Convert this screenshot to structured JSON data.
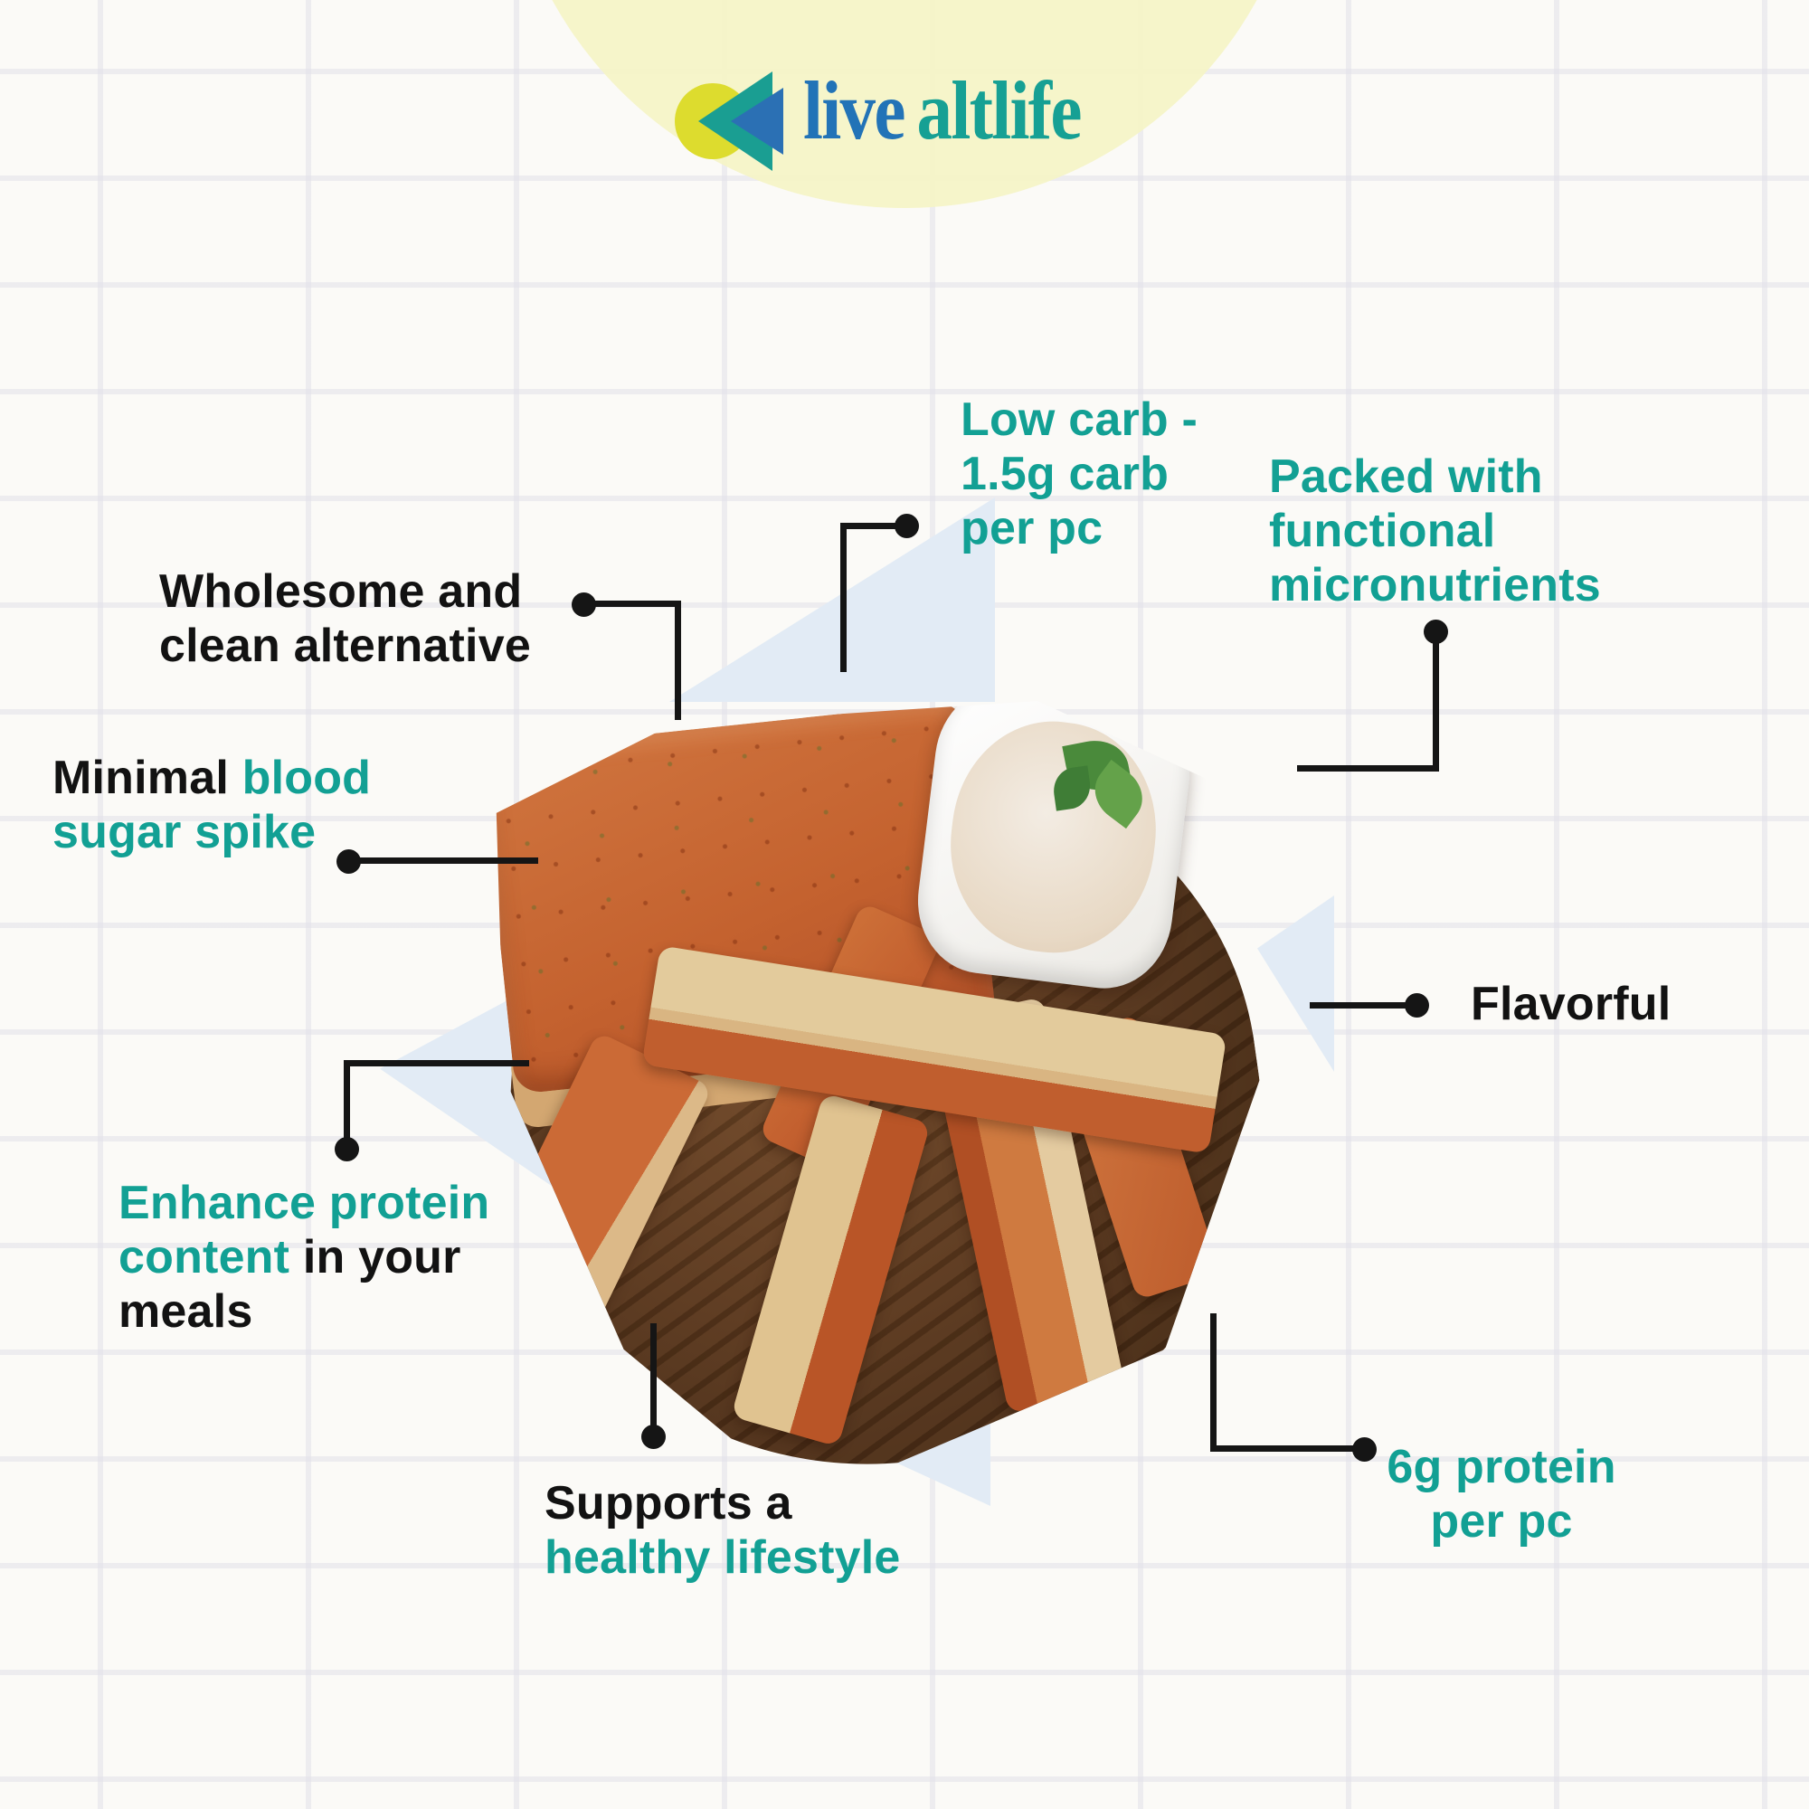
{
  "brand": {
    "name_part1": "live",
    "name_part2": "altlife",
    "icon": "rewind-icon"
  },
  "colors": {
    "teal_accent": "#12a094",
    "text_black": "#121212",
    "connector_black": "#151515",
    "logo_blue": "#2273b7",
    "logo_teal": "#16a094",
    "logo_yellow": "#dddc2e",
    "header_circle_yellow": "#f5f4c6",
    "triangle_blue": "#e2ebf5",
    "background": "#fbfaf7"
  },
  "callouts": {
    "low_carb": {
      "l1": "Low carb -",
      "l2": "1.5g carb",
      "l3": "per pc"
    },
    "packed": {
      "l1": "Packed with",
      "l2": "functional",
      "l3": "micronutrients"
    },
    "wholesome": {
      "l1": "Wholesome and",
      "l2": "clean alternative"
    },
    "minimal": {
      "l1_black": "Minimal",
      "l1_teal": " blood",
      "l2": "sugar spike"
    },
    "flavorful": {
      "label": "Flavorful"
    },
    "enhance": {
      "l1": "Enhance protein",
      "l2_teal": "content",
      "l2_black": " in your",
      "l3": "meals"
    },
    "supports": {
      "l1": "Supports a",
      "l2": "healthy lifestyle"
    },
    "protein": {
      "l1": "6g protein",
      "l2": "per pc"
    }
  }
}
